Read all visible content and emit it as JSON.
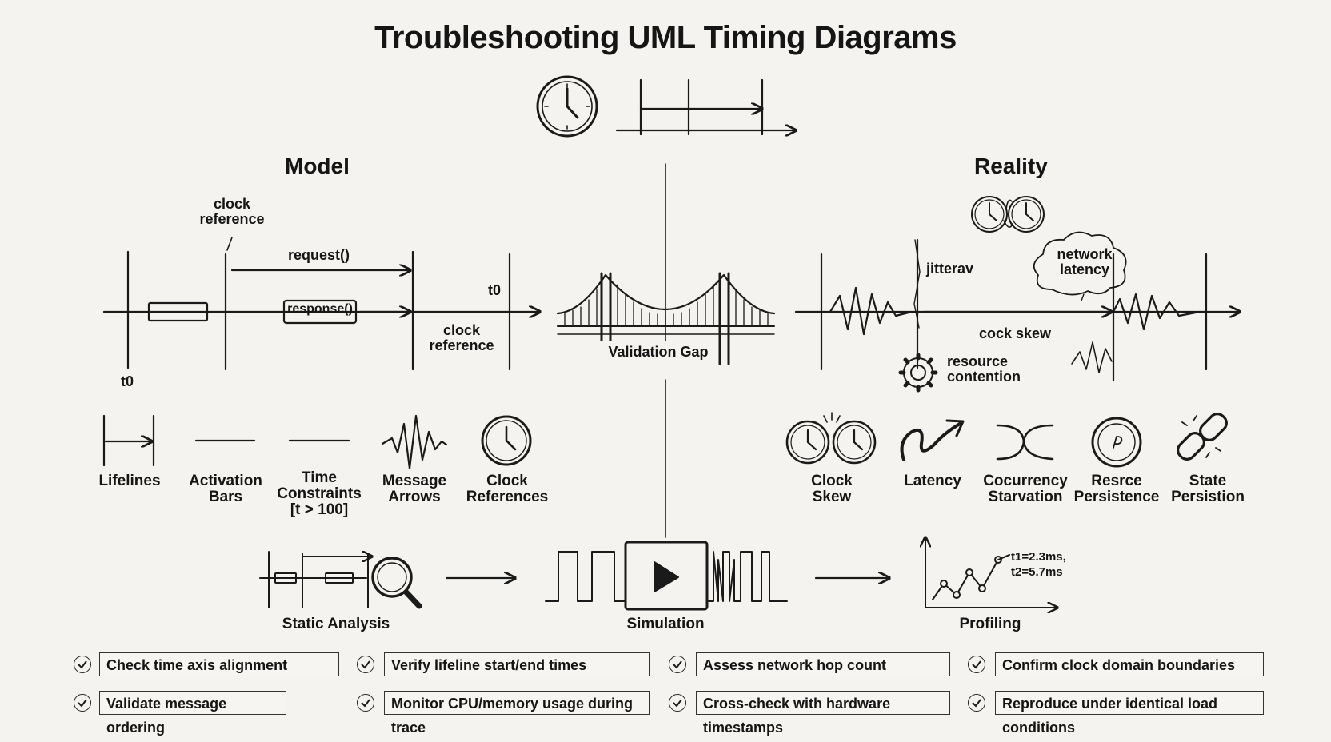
{
  "title": "Troubleshooting UML Timing Diagrams",
  "model": {
    "heading": "Model",
    "clock_ref_top": "clock\nreference",
    "request": "request()",
    "response": "response()",
    "t0_right": "t0",
    "clock_ref_right": "clock\nreference",
    "t0_left": "t0"
  },
  "bridge_label": "Validation Gap",
  "reality": {
    "heading": "Reality",
    "jitter": "jitterav",
    "network_latency": "network\nlatency",
    "clock_skew": "cock skew",
    "resource_contention": "resource\ncontention"
  },
  "model_elements": [
    {
      "label": "Lifelines",
      "icon": "lifeline-icon"
    },
    {
      "label": "Activation\nBars",
      "icon": "activation-bar-icon"
    },
    {
      "label": "Time\nConstraints\n[t > 100]",
      "icon": "time-constraint-icon"
    },
    {
      "label": "Message\nArrows",
      "icon": "message-wave-icon"
    },
    {
      "label": "Clock\nReferences",
      "icon": "clock-icon"
    }
  ],
  "reality_issues": [
    {
      "label": "Clock\nSkew",
      "icon": "double-clock-icon"
    },
    {
      "label": "Latency",
      "icon": "squiggle-arrow-icon"
    },
    {
      "label": "Cocurrency\nStarvation",
      "icon": "crossed-curves-icon"
    },
    {
      "label": "Resrce\nPersistence",
      "icon": "gauge-icon"
    },
    {
      "label": "State\nPersistion",
      "icon": "broken-chain-icon"
    }
  ],
  "pipeline": [
    {
      "label": "Static Analysis",
      "icon": "magnifier-icon"
    },
    {
      "label": "Simulation",
      "icon": "play-icon"
    },
    {
      "label": "Profiling",
      "icon": "line-graph-icon"
    }
  ],
  "profiling_annotation": {
    "t1": "t1=2.3ms,",
    "t2": "t2=5.7ms"
  },
  "checklist": [
    "Check time axis alignment",
    "Verify lifeline start/end times",
    "Assess network hop count",
    "Confirm clock domain boundaries",
    "Validate message ordering",
    "Monitor CPU/memory usage during trace",
    "Cross-check with hardware timestamps",
    "Reproduce under identical load conditions"
  ]
}
